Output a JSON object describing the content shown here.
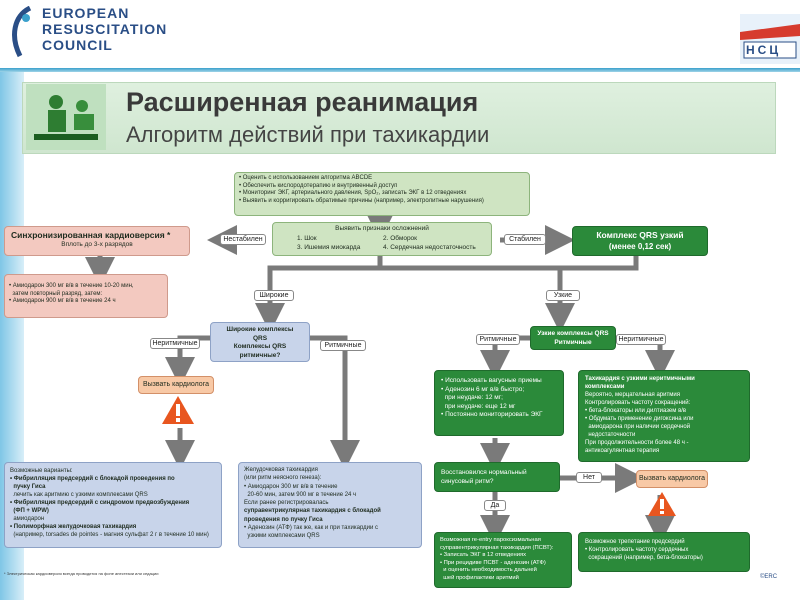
{
  "header": {
    "org_line1": "EUROPEAN",
    "org_line2": "RESUSCITATION",
    "org_line3": "COUNCIL",
    "nsc": "НСЦ"
  },
  "title": {
    "main": "Расширенная реанимация",
    "sub": "Алгоритм действий при тахикардии"
  },
  "assess": [
    "• Оценить с использованием алгоритма ABCDE",
    "• Обеспечить кислородотерапию и внутривенный доступ",
    "• Мониторинг ЭКГ, артериального давления, SpO₂, записать ЭКГ в 12 отведениях",
    "• Выявить и корригировать обратимые причины (например, электролитные нарушения)"
  ],
  "danger": {
    "title": "Выявить признаки осложнений",
    "l1": "1. Шок",
    "l2": "2. Обморок",
    "l3": "3. Ишемия миокарда",
    "l4": "4. Сердечная недостаточность"
  },
  "labels": {
    "unstable": "Нестабилен",
    "stable": "Стабилен",
    "wide": "Широкие",
    "narrow": "Узкие",
    "irregular": "Неритмичные",
    "regular": "Ритмичные",
    "yes": "Да",
    "no": "Нет"
  },
  "cardioversion": {
    "title": "Синхронизированная кардиоверсия *",
    "sub": "Вплоть до 3-х разрядов"
  },
  "amiodarone": [
    "• Амиодарон 300 мг в/в в течение 10-20 мин,",
    "  затем повторный разряд, затем:",
    "• Амиодарон 900 мг в/в в течение 24 ч"
  ],
  "narrow_qrs": {
    "title": "Комплекс QRS узкий",
    "sub": "(менее 0,12 сек)"
  },
  "wide_q": {
    "l1": "Широкие комплексы",
    "l2": "QRS",
    "l3": "Комплексы QRS",
    "l4": "ритмичные?"
  },
  "narrow_q": {
    "l1": "Узкие комплексы QRS",
    "l2": "Ритмичные"
  },
  "call_cardio": "Вызвать кардиолога",
  "wide_irreg": [
    "Возможные варианты:",
    "• Фибрилляция предсердий с блокадой проведения по",
    "  пучку Гиса",
    "  лечить как аритмию с узкими комплексами QRS",
    "• Фибрилляция предсердий с синдромом предвозбуждения",
    "  (ФП + WPW)",
    "  амиодарон",
    "• Полиморфная желудочковая тахикардия",
    "  (например, torsades de pointes - магния сульфат 2 г в течение 10 мин)"
  ],
  "wide_reg": [
    "Желудочковая тахикардия",
    "(или ритм неясного генеза):",
    "• Амиодарон 300 мг в/в в течение",
    "  20-60 мин, затем 900 мг в течение 24 ч",
    "Если ранее регистрировалась",
    "суправентрикулярная тахикардия с блокадой",
    "проведения по пучку Гиса",
    "• Аденозин (АТФ) так же, как и при тахикардии с",
    "  узкими комплексами QRS"
  ],
  "narrow_reg": [
    "• Использовать вагусные приемы",
    "• Аденозин 6 мг в/в быстро;",
    "  при неудаче: 12 мг;",
    "  при неудаче: еще 12 мг",
    "• Постоянно мониторировать ЭКГ"
  ],
  "narrow_irreg": [
    "Тахикардия с узкими неритмичными",
    "комплексами",
    "Вероятно, мерцательная аритмия",
    "Контролировать частоту сокращений:",
    "• бета-блокаторы или дилтиазем в/в",
    "• Обдумать применение дигоксина или",
    "  амиодарона при наличии сердечной",
    "  недостаточности",
    "При продолжительности более 48 ч -",
    "антикоагулянтная терапия"
  ],
  "restored": [
    "Восстановился нормальный",
    "синусовый ритм?"
  ],
  "psvt": [
    "Возможная re-entry пароксизмальная",
    "суправентрикулярная тахикардия (ПСВТ):",
    "• Записать ЭКГ в 12 отведениях",
    "• При рецидиве ПСВТ - аденозин (АТФ)",
    "  и оценить необходимость дальней",
    "  шей профилактики аритмий"
  ],
  "flutter": [
    "Возможное трепетание предсердий",
    "• Контролировать частоту сердечных",
    "  сокращений (например, бета-блокаторы)"
  ],
  "footnote": "* Электрическая кардиоверсия всегда проводится на фоне анестезии или седации",
  "erc_small": "©ERC",
  "colors": {
    "green": "#2b8a3a",
    "light_green": "#cfe4c2",
    "red": "#f3c9c0",
    "blue": "#c8d4ea",
    "arrow": "#7a7a7a"
  }
}
